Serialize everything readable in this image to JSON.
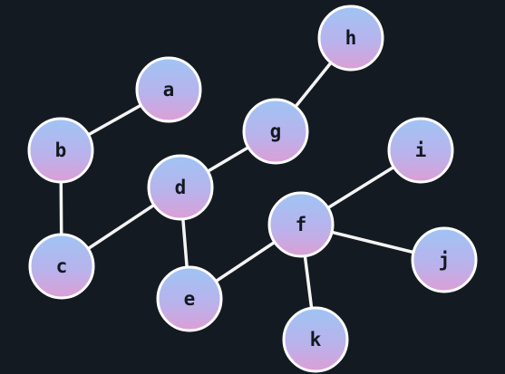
{
  "graph": {
    "nodes": [
      {
        "id": "a",
        "label": "a"
      },
      {
        "id": "b",
        "label": "b"
      },
      {
        "id": "c",
        "label": "c"
      },
      {
        "id": "d",
        "label": "d"
      },
      {
        "id": "e",
        "label": "e"
      },
      {
        "id": "f",
        "label": "f"
      },
      {
        "id": "g",
        "label": "g"
      },
      {
        "id": "h",
        "label": "h"
      },
      {
        "id": "i",
        "label": "i"
      },
      {
        "id": "j",
        "label": "j"
      },
      {
        "id": "k",
        "label": "k"
      }
    ],
    "edges": [
      [
        "a",
        "b"
      ],
      [
        "b",
        "c"
      ],
      [
        "c",
        "d"
      ],
      [
        "d",
        "g"
      ],
      [
        "g",
        "h"
      ],
      [
        "d",
        "e"
      ],
      [
        "e",
        "f"
      ],
      [
        "f",
        "i"
      ],
      [
        "f",
        "j"
      ],
      [
        "f",
        "k"
      ]
    ],
    "colors": {
      "background": "#141a21",
      "edge": "#f4f4f4",
      "node_gradient_top": "#9fc4f4",
      "node_gradient_bottom": "#dc9ed6",
      "node_border": "#ffffff",
      "label": "#141820"
    }
  }
}
